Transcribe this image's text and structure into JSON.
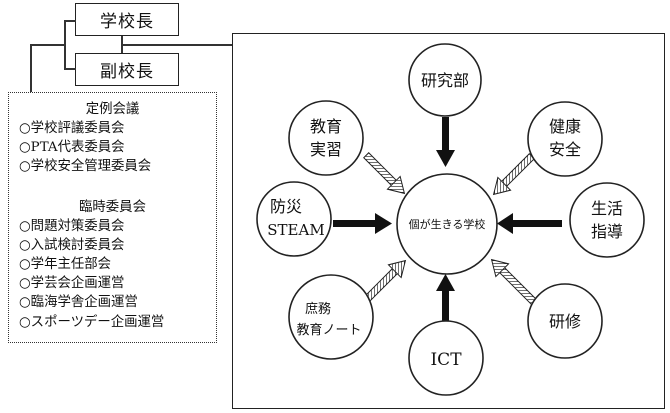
{
  "org": {
    "principal": "学校長",
    "vice_principal": "副校長"
  },
  "committees": {
    "regular_title": "定例会議",
    "regular_items": [
      "○学校評議委員会",
      "○PTA代表委員会",
      "○学校安全管理委員会"
    ],
    "temporary_title": "臨時委員会",
    "temporary_items": [
      "○問題対策委員会",
      "○入試検討委員会",
      "○学年主任部会",
      "○学芸会企画運営",
      "○臨海学舎企画運営",
      "○スポーツデー企画運営"
    ]
  },
  "diagram": {
    "center": "個が生きる学校",
    "nodes": {
      "research": [
        "研究部"
      ],
      "health": [
        "健康",
        "安全"
      ],
      "guidance": [
        "生活",
        "指導"
      ],
      "training": [
        "研修"
      ],
      "ict": [
        "ICT"
      ],
      "admin": [
        "庶務",
        "教育ノート"
      ],
      "steam": [
        "防災",
        "STEAM"
      ],
      "practicum": [
        "教育",
        "実習"
      ]
    }
  }
}
